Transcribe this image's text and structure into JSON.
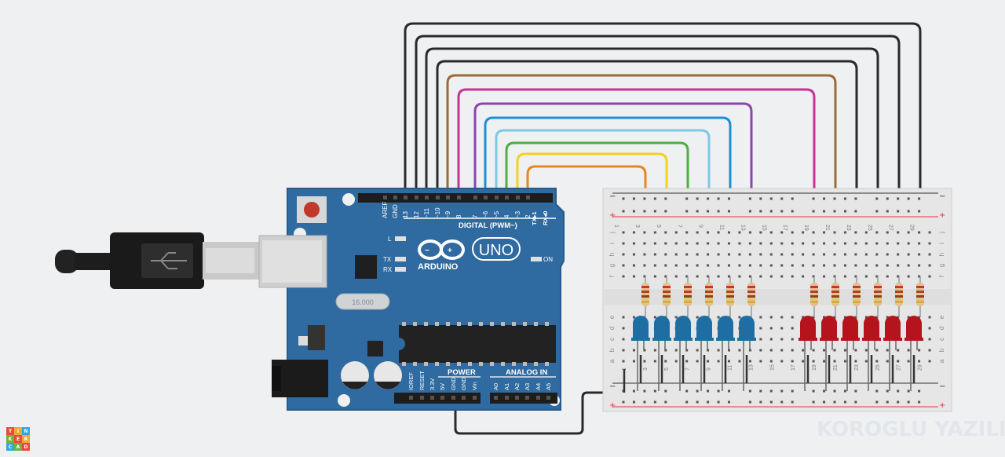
{
  "app": {
    "logo_letters": [
      "T",
      "I",
      "N",
      "K",
      "E",
      "R",
      "C",
      "A",
      "D"
    ],
    "logo_colors": [
      "#e84a3c",
      "#f3a43b",
      "#2fa9e0",
      "#6cb33f",
      "#e84a3c",
      "#f3a43b",
      "#2fa9e0",
      "#6cb33f",
      "#e84a3c"
    ],
    "watermark": "KOROGLU YAZILIM"
  },
  "arduino": {
    "logo_text": "ARDUINO",
    "model": "UNO",
    "on_label": "ON",
    "l_label": "L",
    "tx_label": "TX",
    "rx_label": "RX",
    "digital_label": "DIGITAL (PWM~)",
    "power_label": "POWER",
    "analog_label": "ANALOG IN",
    "tx_pin": "TX▸1",
    "rx_pin": "RX◂0",
    "top_pins": [
      "AREF",
      "GND",
      "13",
      "12",
      "~11",
      "~10",
      "~9",
      "8",
      "7",
      "~6",
      "~5",
      "4",
      "~3",
      "2"
    ],
    "power_pins": [
      "IOREF",
      "RESET",
      "3.3V",
      "5V",
      "GND",
      "GND",
      "Vin"
    ],
    "analog_pins": [
      "A0",
      "A1",
      "A2",
      "A3",
      "A4",
      "A5"
    ],
    "crystal_text": "16.000"
  },
  "breadboard": {
    "plus": "+",
    "minus": "−",
    "rows_top": [
      "j",
      "i",
      "h",
      "g",
      "f"
    ],
    "rows_bottom": [
      "e",
      "d",
      "c",
      "b",
      "a"
    ],
    "column_numbers": [
      "1",
      "3",
      "5",
      "7",
      "9",
      "11",
      "13",
      "15",
      "17",
      "19",
      "21",
      "23",
      "25",
      "27",
      "29"
    ]
  },
  "colors": {
    "board": "#2f6aa0",
    "breadboard": "#e6e6e6",
    "blue_led": "#1f6ea3",
    "red_led": "#b5141c",
    "wire_black": "#2a2a2a",
    "wire_brown": "#9b6a3a",
    "wire_magenta": "#c8319a",
    "wire_purple": "#8e44ad",
    "wire_blue": "#1e8fd6",
    "wire_cyan": "#7fc8e3",
    "wire_green": "#4caf3f",
    "wire_yellow": "#f1d21c",
    "wire_orange": "#e8871e"
  },
  "icons": [
    "usb-cable-icon",
    "usb-trident-icon",
    "reset-button-icon",
    "power-jack-icon"
  ]
}
